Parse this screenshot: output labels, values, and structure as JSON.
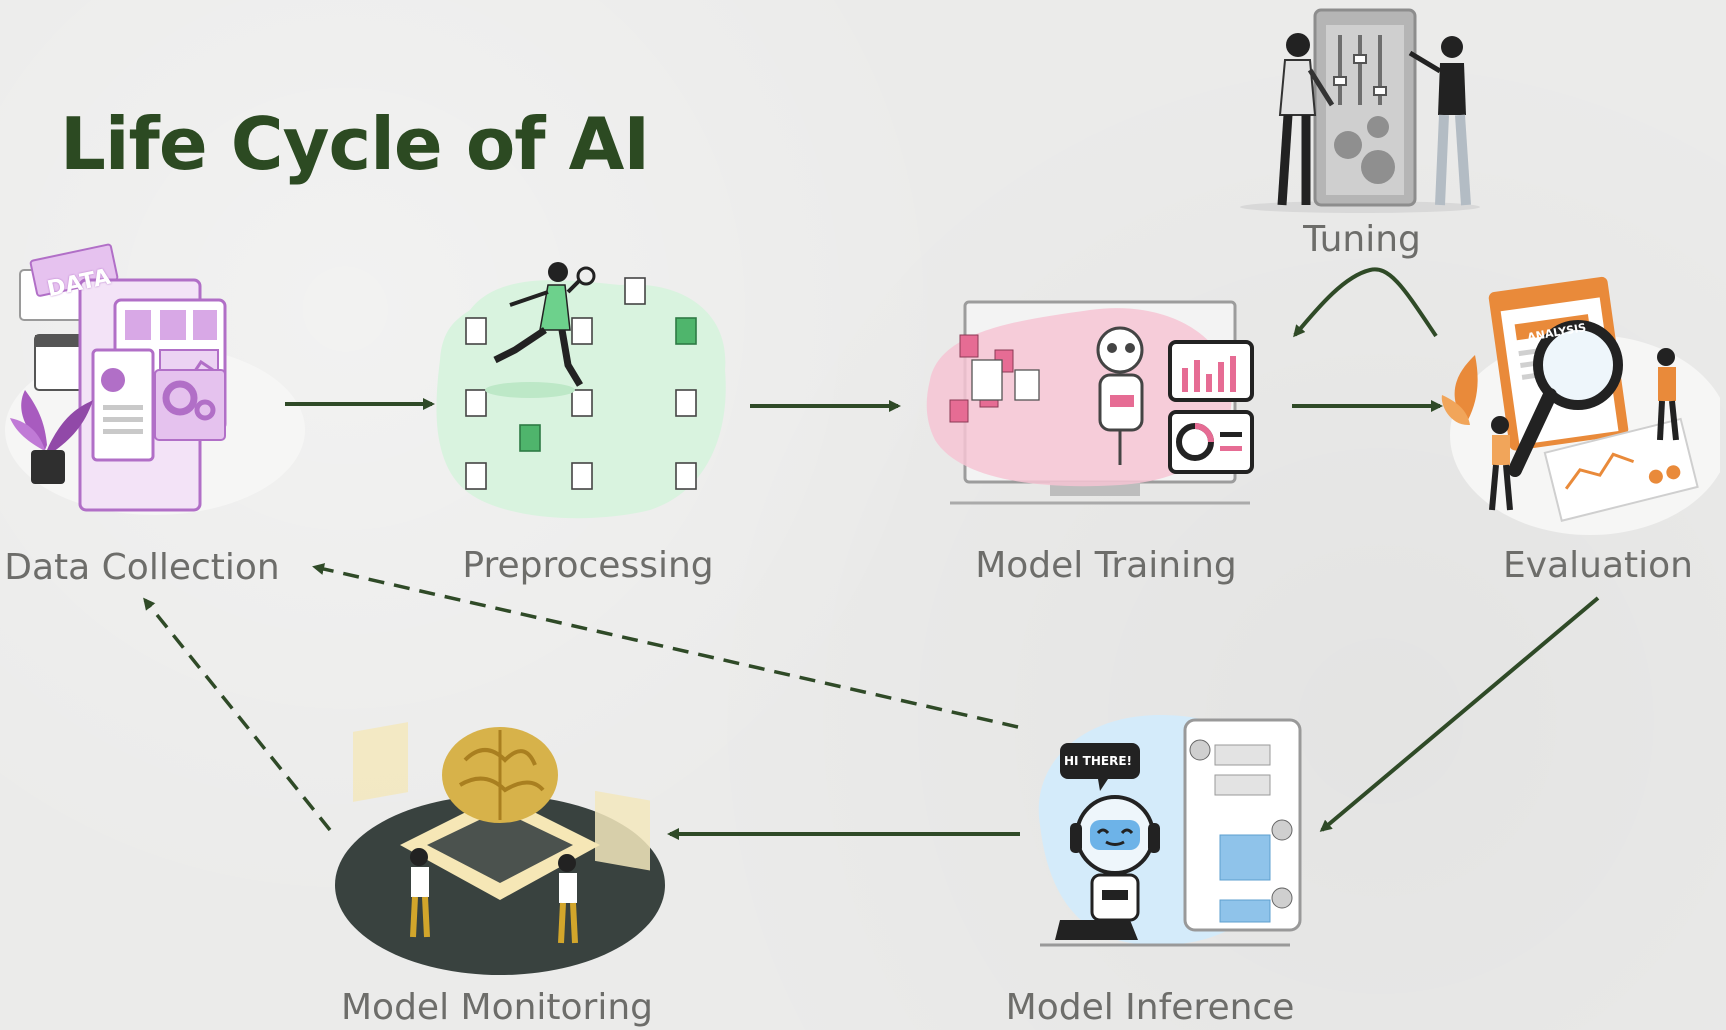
{
  "title": "Life Cycle of AI",
  "stages": {
    "data_collection": {
      "label": "Data Collection",
      "badge": "DATA"
    },
    "preprocessing": {
      "label": "Preprocessing"
    },
    "model_training": {
      "label": "Model Training"
    },
    "evaluation": {
      "label": "Evaluation",
      "badge": "ANALYSIS"
    },
    "tuning": {
      "label": "Tuning"
    },
    "model_inference": {
      "label": "Model Inference",
      "bubble": "HI THERE!"
    },
    "model_monitoring": {
      "label": "Model Monitoring"
    }
  },
  "colors": {
    "title": "#2c4a22",
    "arrow": "#2f4a27",
    "label": "#6d6d6a",
    "background": "#ebebea",
    "accent_purple": "#b16fc7",
    "accent_green": "#5fbf7d",
    "accent_pink": "#f4b7c9",
    "accent_orange": "#e98a3a",
    "accent_blue": "#9fcff0",
    "accent_gold": "#d7b24a"
  }
}
